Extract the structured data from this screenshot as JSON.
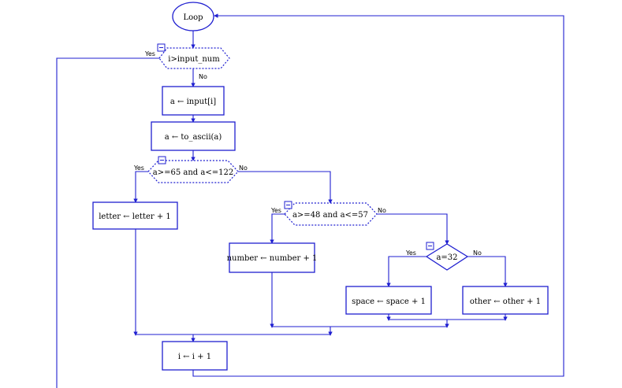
{
  "colors": {
    "stroke": "#1f1fd0",
    "text": "#000000",
    "background": "#ffffff"
  },
  "nodes": {
    "loop": "Loop",
    "cond_input": "i>input_num",
    "assign_input": "a ← input[i]",
    "assign_ascii": "a ← to_ascii(a)",
    "cond_letter": "a>=65 and a<=122",
    "letter_inc": "letter ← letter + 1",
    "cond_number": "a>=48 and a<=57",
    "number_inc": "number ← number + 1",
    "cond_space": "a=32",
    "space_inc": "space ← space + 1",
    "other_inc": "other ← other + 1",
    "i_inc": "i ← i + 1"
  },
  "labels": {
    "yes": "Yes",
    "no": "No"
  },
  "icons": {
    "collapse": "collapse-toggle-icon"
  }
}
